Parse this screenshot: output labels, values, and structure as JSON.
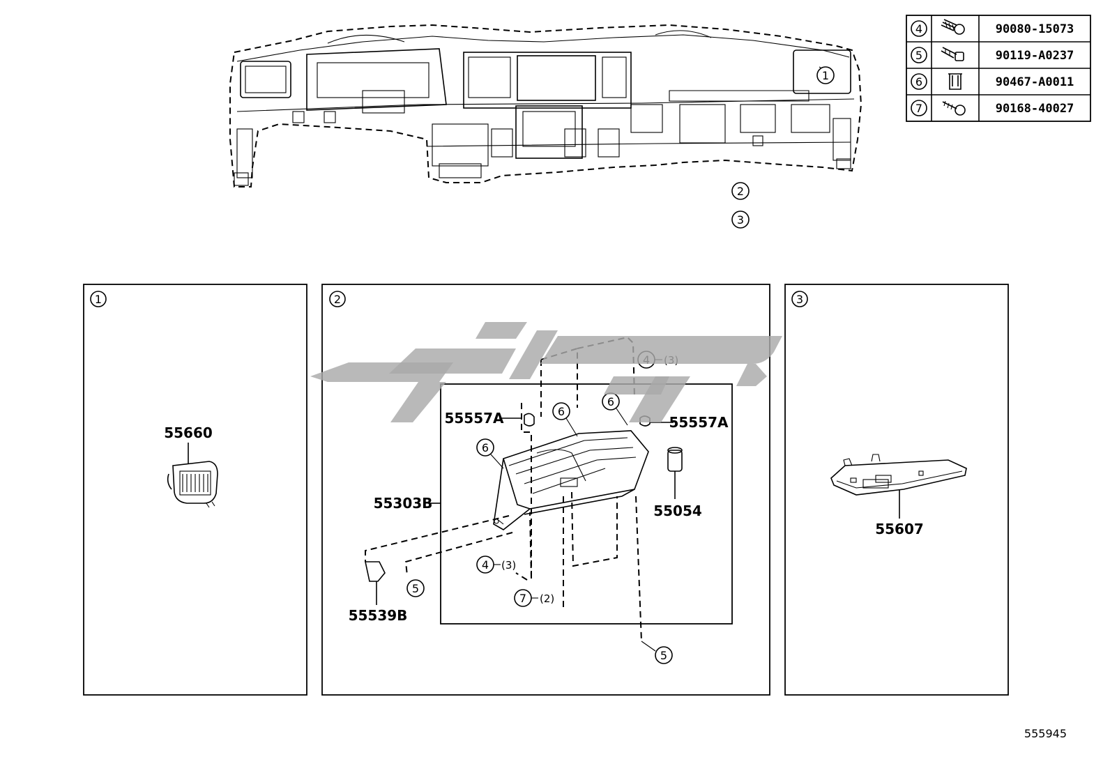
{
  "fastener_table": [
    {
      "ref": "4",
      "part_no": "90080-15073",
      "icon": "bolt-icon"
    },
    {
      "ref": "5",
      "part_no": "90119-A0237",
      "icon": "bolt-icon"
    },
    {
      "ref": "6",
      "part_no": "90467-A0011",
      "icon": "clip-icon"
    },
    {
      "ref": "7",
      "part_no": "90168-40027",
      "icon": "screw-icon"
    }
  ],
  "overview": {
    "refs": [
      "1",
      "2",
      "3"
    ]
  },
  "panels": {
    "p1": {
      "ref": "1",
      "parts": {
        "vent": "55660"
      }
    },
    "p2": {
      "ref": "2",
      "parts": {
        "glove_box": "55303B",
        "stopper_left": "55557A",
        "stopper_right": "55557A",
        "damper": "55054",
        "cushion": "55539B"
      },
      "callouts": {
        "c4_top": "4",
        "c4_top_qty": "(3)",
        "c6_a": "6",
        "c6_b": "6",
        "c6_c": "6",
        "c4_bottom": "4",
        "c4_bottom_qty": "(3)",
        "c7": "7",
        "c7_qty": "(2)",
        "c5_left": "5",
        "c5_right": "5"
      }
    },
    "p3": {
      "ref": "3",
      "parts": {
        "panel": "55607"
      }
    }
  },
  "diagram_id": "555945"
}
